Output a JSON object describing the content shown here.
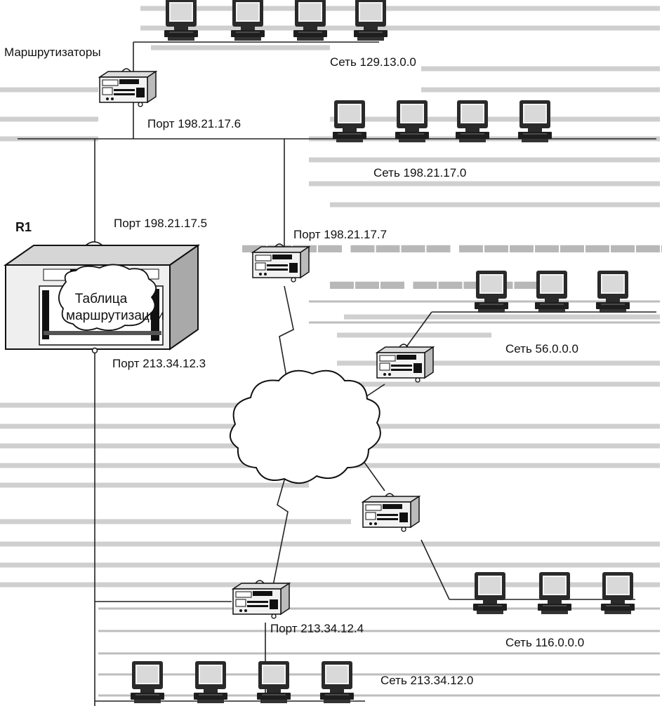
{
  "labels": {
    "routers_caption": "Маршрутизаторы",
    "r1_name": "R1",
    "routing_table": [
      "Таблица",
      "маршрутизации"
    ],
    "ports": {
      "top_router": "Порт 198.21.17.6",
      "r1_upper": "Порт 198.21.17.5",
      "mid_router": "Порт 198.21.17.7",
      "r1_lower": "Порт 213.34.12.3",
      "bottom_router": "Порт 213.34.12.4"
    },
    "networks": {
      "net_129": "Сеть 129.13.0.0",
      "net_198": "Сеть 198.21.17.0",
      "net_56": "Сеть 56.0.0.0",
      "net_116": "Сеть 116.0.0.0",
      "net_213": "Сеть 213.34.12.0"
    }
  },
  "icons": {
    "workstation": "computer-icon",
    "router": "router-icon",
    "main_router": "main-router-icon",
    "cloud": "wan-cloud-icon"
  },
  "colors": {
    "ink": "#111111",
    "bleed_text": "#c8c8c8"
  }
}
